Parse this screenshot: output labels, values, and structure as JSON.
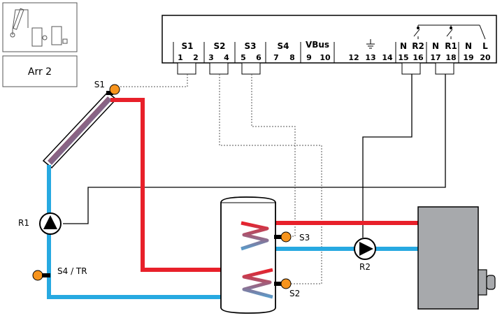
{
  "arrangement": {
    "label": "Arr 2"
  },
  "controller": {
    "terminal_groups": [
      {
        "name": "S1",
        "numbers": [
          "1",
          "2"
        ]
      },
      {
        "name": "S2",
        "numbers": [
          "3",
          "4"
        ]
      },
      {
        "name": "S3",
        "numbers": [
          "5",
          "6"
        ]
      },
      {
        "name": "S4",
        "numbers": [
          "7",
          "8"
        ]
      },
      {
        "name": "VBus",
        "numbers": [
          "9",
          "10"
        ]
      }
    ],
    "extra_terminals": [
      "12",
      "13",
      "14"
    ],
    "relay_terminals": [
      {
        "letters": [
          "N",
          "R2"
        ],
        "numbers": [
          "15",
          "16"
        ]
      },
      {
        "letters": [
          "N",
          "R1"
        ],
        "numbers": [
          "17",
          "18"
        ]
      },
      {
        "letters": [
          "N",
          "L"
        ],
        "numbers": [
          "19",
          "20"
        ]
      }
    ]
  },
  "components": {
    "sensor_s1": "S1",
    "sensor_s2": "S2",
    "sensor_s3": "S3",
    "sensor_s4": "S4 / TR",
    "pump_r1": "R1",
    "pump_r2": "R2"
  },
  "colors": {
    "hot_line": "#e8202a",
    "cold_line": "#27a9e1",
    "sensor": "#f7941d",
    "boiler": "#a7a9ac",
    "wire": "#000000"
  }
}
